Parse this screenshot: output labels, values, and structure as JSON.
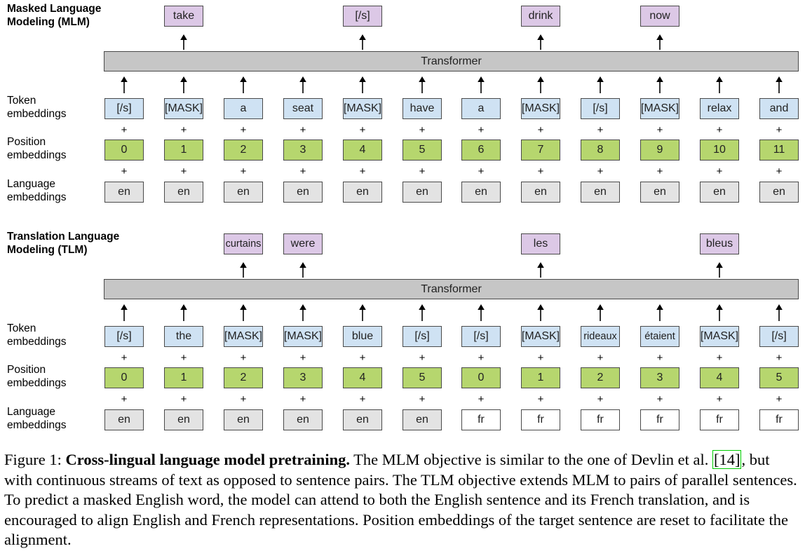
{
  "mlm": {
    "title_line1": "Masked Language",
    "title_line2": "Modeling (MLM)",
    "transformer_label": "Transformer",
    "outputs": [
      {
        "col": 1,
        "text": "take"
      },
      {
        "col": 4,
        "text": "[/s]"
      },
      {
        "col": 7,
        "text": "drink"
      },
      {
        "col": 9,
        "text": "now"
      }
    ],
    "tokens": [
      "[/s]",
      "[MASK]",
      "a",
      "seat",
      "[MASK]",
      "have",
      "a",
      "[MASK]",
      "[/s]",
      "[MASK]",
      "relax",
      "and"
    ],
    "positions": [
      "0",
      "1",
      "2",
      "3",
      "4",
      "5",
      "6",
      "7",
      "8",
      "9",
      "10",
      "11"
    ],
    "languages": [
      "en",
      "en",
      "en",
      "en",
      "en",
      "en",
      "en",
      "en",
      "en",
      "en",
      "en",
      "en"
    ]
  },
  "tlm": {
    "title_line1": "Translation Language",
    "title_line2": "Modeling (TLM)",
    "transformer_label": "Transformer",
    "outputs": [
      {
        "col": 2,
        "text": "curtains"
      },
      {
        "col": 3,
        "text": "were"
      },
      {
        "col": 7,
        "text": "les"
      },
      {
        "col": 10,
        "text": "bleus"
      }
    ],
    "tokens": [
      "[/s]",
      "the",
      "[MASK]",
      "[MASK]",
      "blue",
      "[/s]",
      "[/s]",
      "[MASK]",
      "rideaux",
      "étaient",
      "[MASK]",
      "[/s]"
    ],
    "positions": [
      "0",
      "1",
      "2",
      "3",
      "4",
      "5",
      "0",
      "1",
      "2",
      "3",
      "4",
      "5"
    ],
    "languages": [
      "en",
      "en",
      "en",
      "en",
      "en",
      "en",
      "fr",
      "fr",
      "fr",
      "fr",
      "fr",
      "fr"
    ]
  },
  "row_labels": {
    "token_line1": "Token",
    "token_line2": "embeddings",
    "position_line1": "Position",
    "position_line2": "embeddings",
    "language_line1": "Language",
    "language_line2": "embeddings"
  },
  "plus_sign": "+",
  "colors": {
    "token": "#cfe2f3",
    "position": "#b6d66e",
    "language_en": "#e3e3e3",
    "language_fr": "#ffffff",
    "output": "#dcc8e6",
    "transformer": "#c6c6c6"
  },
  "caption": {
    "prefix": "Figure 1: ",
    "bold": "Cross-lingual language model pretraining.",
    "text_a": "  The MLM objective is similar to the one of Devlin et al. ",
    "ref": "[14]",
    "text_b": ", but with continuous streams of text as opposed to sentence pairs. The TLM objective extends MLM to pairs of parallel sentences. To predict a masked English word, the model can attend to both the English sentence and its French translation, and is encouraged to align English and French representations. Position embeddings of the target sentence are reset to facilitate the alignment."
  }
}
